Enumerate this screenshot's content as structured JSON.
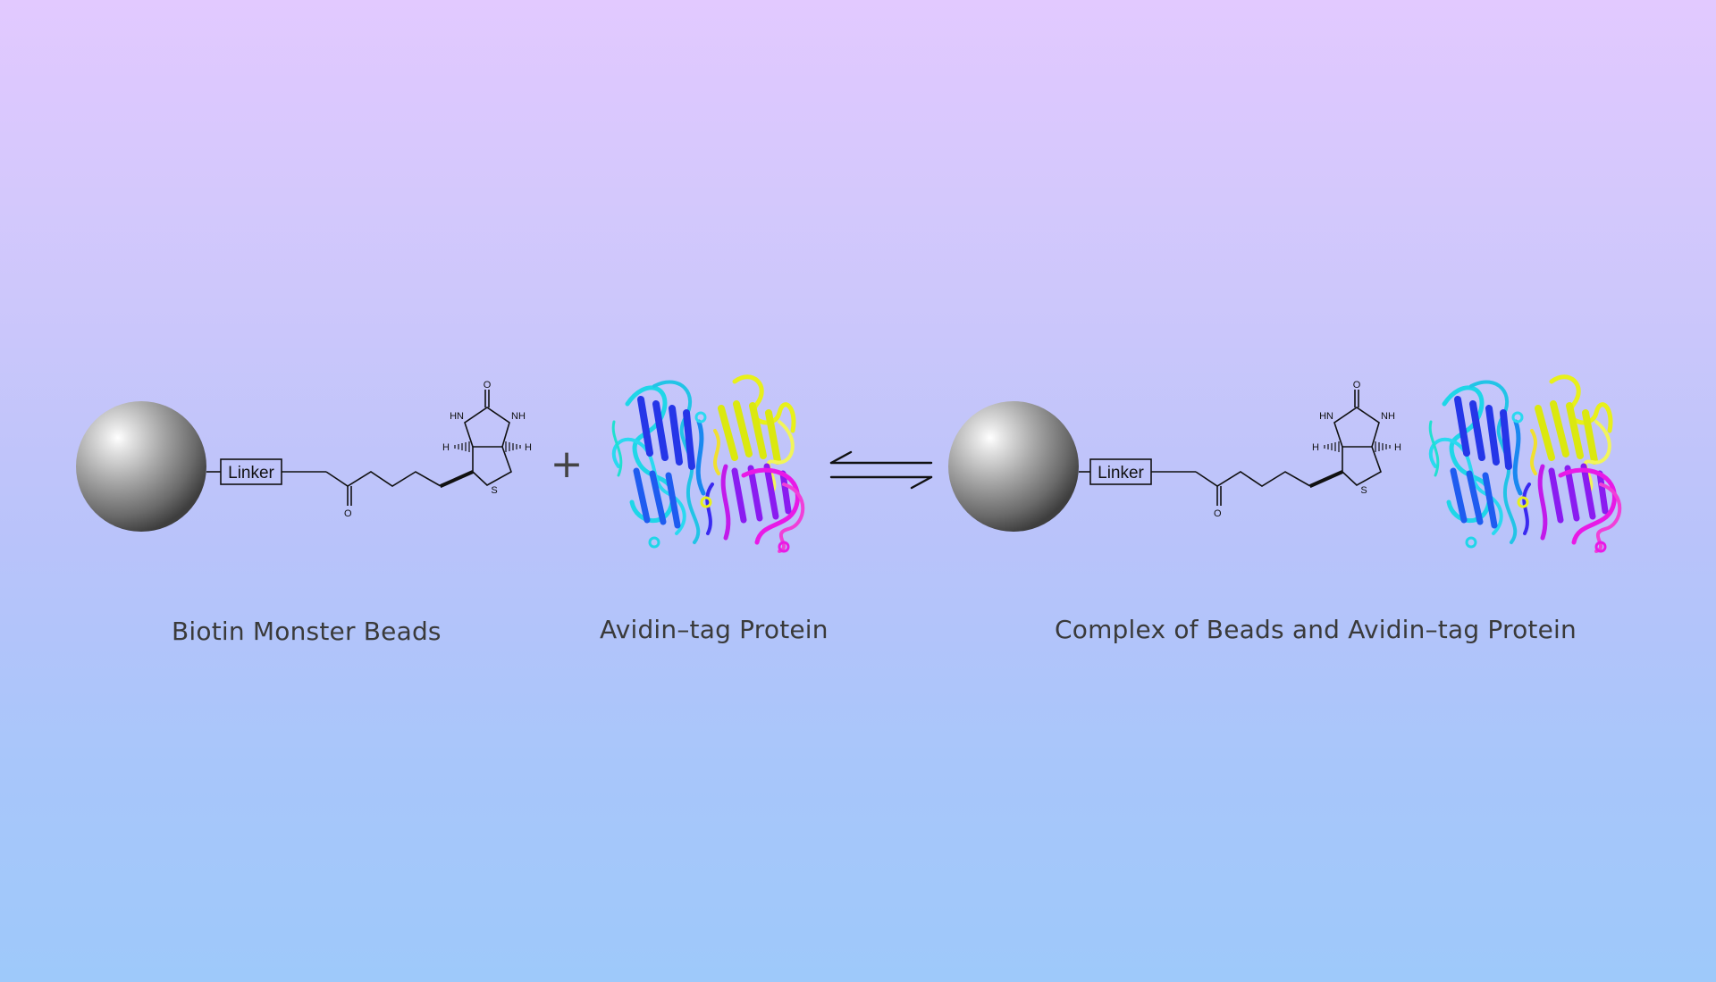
{
  "left_group": {
    "linker_label": "Linker",
    "atoms": {
      "oxygen_top": "O",
      "hn": "HN",
      "nh": "NH",
      "h_left": "H",
      "h_right": "H",
      "sulfur": "S",
      "oxygen_chain": "O"
    },
    "caption": "Biotin Monster Beads"
  },
  "plus_sign": "+",
  "protein_caption": "Avidin–tag Protein",
  "right_group": {
    "linker_label": "Linker",
    "atoms": {
      "oxygen_top": "O",
      "hn": "HN",
      "nh": "NH",
      "h_left": "H",
      "h_right": "H",
      "sulfur": "S",
      "oxygen_chain": "O"
    },
    "caption": "Complex of Beads and Avidin–tag Protein"
  },
  "colors": {
    "background_top": "#e2c9ff",
    "background_bottom": "#9ec9fa",
    "bead": "#9a9a9a",
    "protein_cyan": "#1fd6e8",
    "protein_blue": "#2536e8",
    "protein_yellow": "#e8f01a",
    "protein_magenta": "#e81ae6"
  },
  "icons": [
    "metal-bead-icon",
    "biotin-structure-icon",
    "avidin-protein-ribbon-icon",
    "equilibrium-arrow-icon"
  ]
}
